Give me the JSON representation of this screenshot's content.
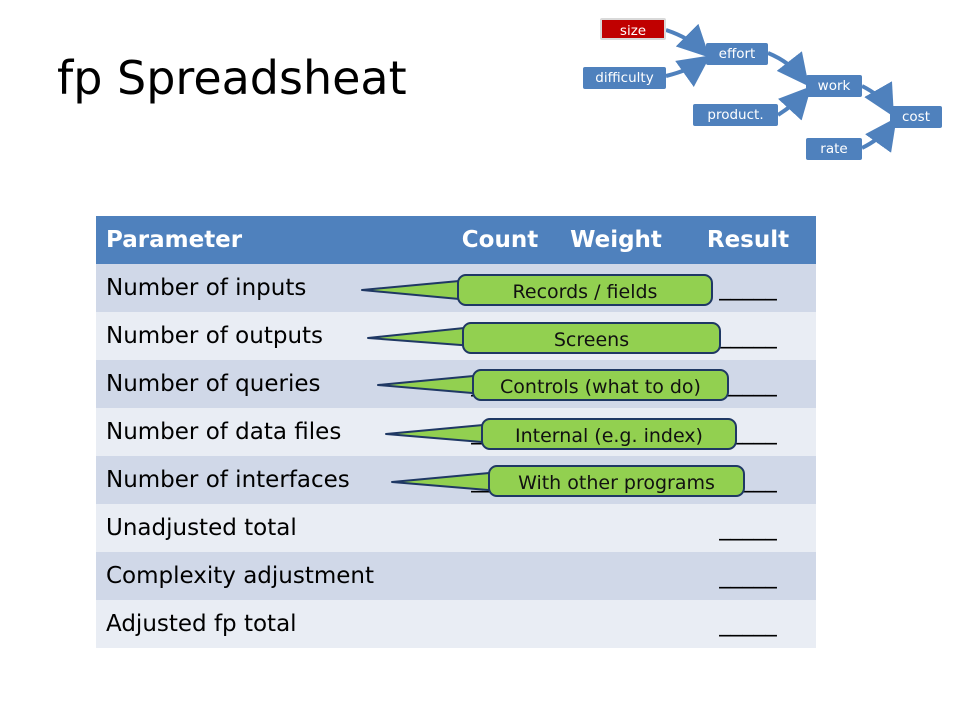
{
  "title": "fp Spreadsheat",
  "flow": {
    "nodes": {
      "size": "size",
      "difficulty": "difficulty",
      "effort": "effort",
      "product": "product.",
      "work": "work",
      "rate": "rate",
      "cost": "cost"
    }
  },
  "table": {
    "headers": {
      "parameter": "Parameter",
      "count": "Count",
      "weight": "Weight",
      "result": "Result"
    },
    "blank": "_____",
    "rows": [
      {
        "parameter": "Number of inputs",
        "count": "_____",
        "weight": "",
        "result": "_____"
      },
      {
        "parameter": "Number of outputs",
        "count": "_____",
        "weight": "",
        "result": "_____"
      },
      {
        "parameter": "Number of queries",
        "count": "_____",
        "weight": "",
        "result": "_____"
      },
      {
        "parameter": "Number of data files",
        "count": "_____",
        "weight": "",
        "result": "_____"
      },
      {
        "parameter": "Number of interfaces",
        "count": "_____",
        "weight": "",
        "result": "_____"
      },
      {
        "parameter": "Unadjusted total",
        "count": "",
        "weight": "",
        "result": "_____"
      },
      {
        "parameter": "Complexity adjustment",
        "count": "",
        "weight": "",
        "result": "_____"
      },
      {
        "parameter": "Adjusted fp total",
        "count": "",
        "weight": "",
        "result": "_____"
      }
    ]
  },
  "callouts": {
    "inputs": "Records / fields",
    "outputs": "Screens",
    "queries": "Controls (what to do)",
    "data_files": "Internal (e.g. index)",
    "interfaces": "With other programs"
  },
  "colors": {
    "header": "#4f81bd",
    "row_odd": "#d0d8e8",
    "row_even": "#e9edf4",
    "callout": "#92d050",
    "callout_border": "#1f3864",
    "size_node": "#c00000"
  }
}
